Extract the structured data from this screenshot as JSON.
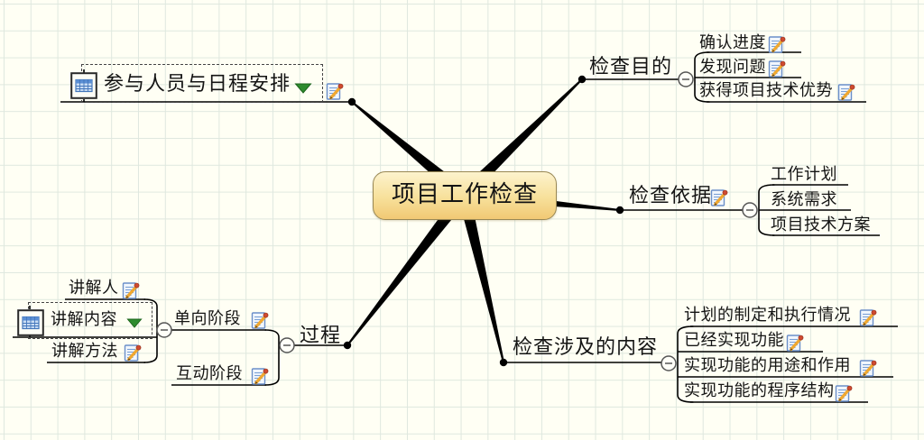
{
  "root": {
    "label": "项目工作检查"
  },
  "branches": {
    "participants": {
      "label": "参与人员与日程安排"
    },
    "purpose": {
      "label": "检查目的",
      "children": [
        {
          "label": "确认进度"
        },
        {
          "label": "发现问题"
        },
        {
          "label": "获得项目技术优势"
        }
      ]
    },
    "basis": {
      "label": "检查依据",
      "children": [
        {
          "label": "工作计划"
        },
        {
          "label": "系统需求"
        },
        {
          "label": "项目技术方案"
        }
      ]
    },
    "content": {
      "label": "检查涉及的内容",
      "children": [
        {
          "label": "计划的制定和执行情况"
        },
        {
          "label": "已经实现功能"
        },
        {
          "label": "实现功能的用途和作用"
        },
        {
          "label": "实现功能的程序结构"
        }
      ]
    },
    "process": {
      "label": "过程",
      "children": [
        {
          "label": "单向阶段",
          "children": [
            {
              "label": "讲解人"
            },
            {
              "label": "讲解内容"
            },
            {
              "label": "讲解方法"
            }
          ]
        },
        {
          "label": "互动阶段"
        }
      ]
    }
  },
  "icons": {
    "note": "note-with-pencil",
    "table": "embedded-table",
    "fold_arrow": "green-fold-arrow",
    "toggle": "collapse-minus"
  },
  "colors": {
    "background": "#fffff4",
    "grid_line": "#dfe8df",
    "edge_black": "#000000",
    "root_fill_top": "#fdf3cd",
    "root_fill_bottom": "#f1c974",
    "root_border": "#998855",
    "note_blue": "#6b8fc9",
    "pencil_orange": "#f0a830",
    "pencil_red": "#cf4a30",
    "table_blue": "#5b8fd4",
    "arrow_green": "#2e8b2e"
  }
}
